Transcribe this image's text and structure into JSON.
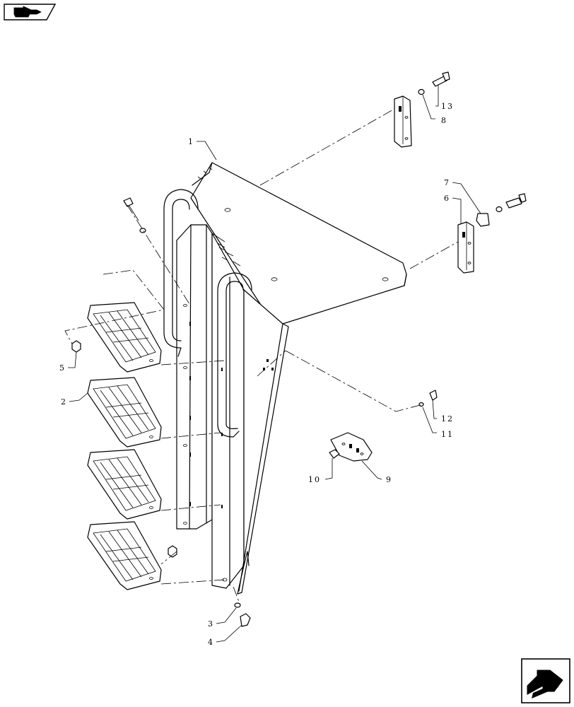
{
  "toolbar": {
    "nav_icon": "hand-pointer-right-icon"
  },
  "footer": {
    "nav_icon": "next-page-arrow-icon"
  },
  "callouts": [
    "1",
    "2",
    "3",
    "4",
    "5",
    "6",
    "7",
    "8",
    "9",
    "10",
    "11",
    "12",
    "13"
  ]
}
